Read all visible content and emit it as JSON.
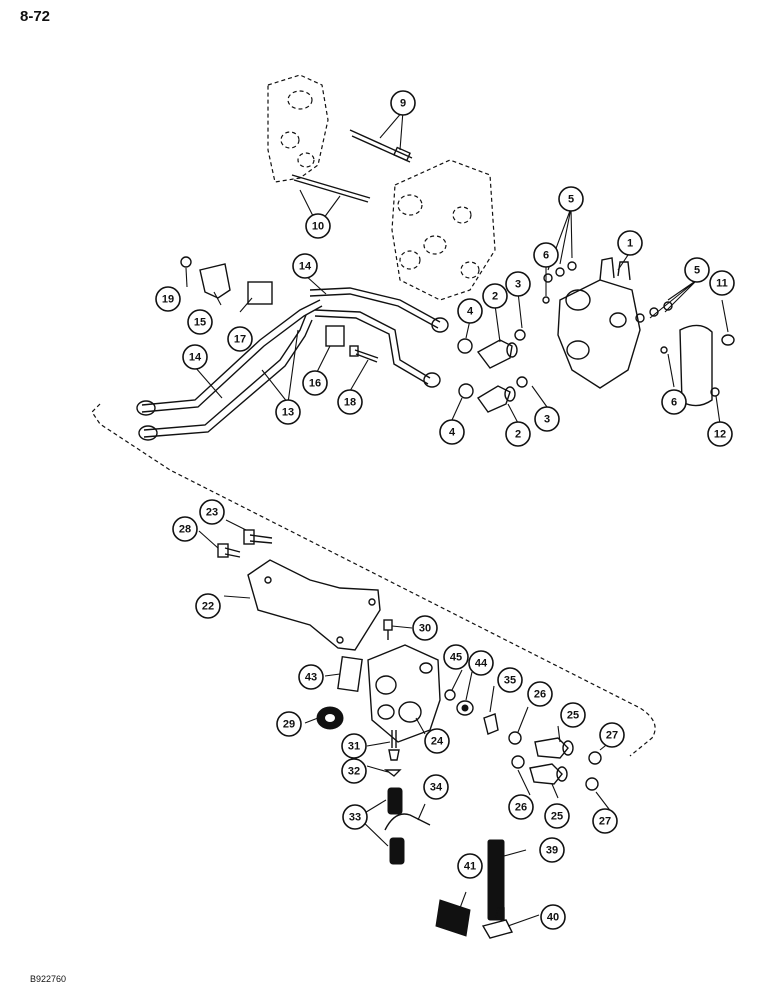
{
  "page": {
    "number": "8-72",
    "figure_code": "B922760"
  },
  "callouts": [
    {
      "label": "9"
    },
    {
      "label": "10"
    },
    {
      "label": "5"
    },
    {
      "label": "1"
    },
    {
      "label": "6"
    },
    {
      "label": "5"
    },
    {
      "label": "11"
    },
    {
      "label": "19"
    },
    {
      "label": "14"
    },
    {
      "label": "15"
    },
    {
      "label": "2"
    },
    {
      "label": "3"
    },
    {
      "label": "4"
    },
    {
      "label": "17"
    },
    {
      "label": "14"
    },
    {
      "label": "16"
    },
    {
      "label": "18"
    },
    {
      "label": "13"
    },
    {
      "label": "4"
    },
    {
      "label": "2"
    },
    {
      "label": "3"
    },
    {
      "label": "6"
    },
    {
      "label": "12"
    },
    {
      "label": "23"
    },
    {
      "label": "28"
    },
    {
      "label": "22"
    },
    {
      "label": "30"
    },
    {
      "label": "43"
    },
    {
      "label": "45"
    },
    {
      "label": "44"
    },
    {
      "label": "35"
    },
    {
      "label": "26"
    },
    {
      "label": "25"
    },
    {
      "label": "27"
    },
    {
      "label": "29"
    },
    {
      "label": "24"
    },
    {
      "label": "31"
    },
    {
      "label": "32"
    },
    {
      "label": "34"
    },
    {
      "label": "26"
    },
    {
      "label": "25"
    },
    {
      "label": "27"
    },
    {
      "label": "33"
    },
    {
      "label": "39"
    },
    {
      "label": "41"
    },
    {
      "label": "40"
    }
  ]
}
